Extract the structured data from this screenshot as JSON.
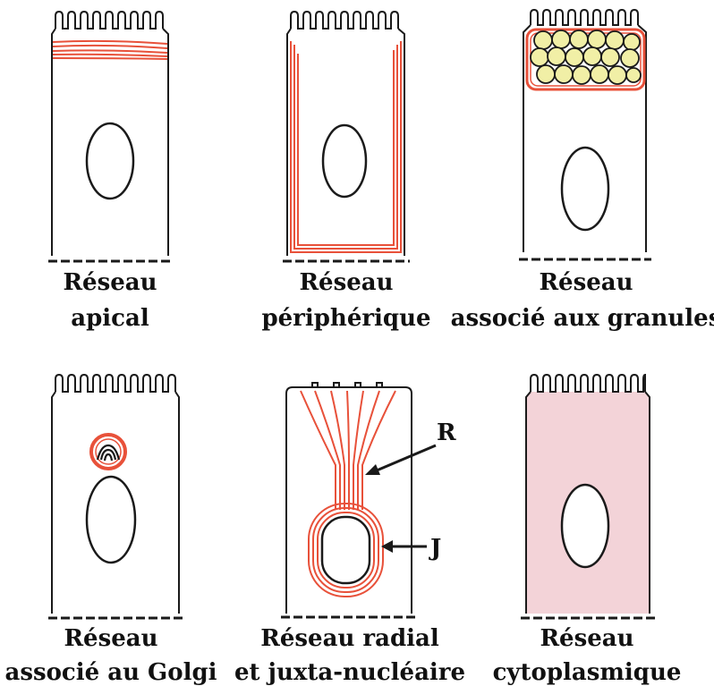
{
  "colors": {
    "outline": "#1a1a1a",
    "filament": "#e8513a",
    "granule": "#f1efa6",
    "cytoplasm": "#f3d3d8"
  },
  "cells": [
    {
      "line1": "Réseau",
      "line2": "apical"
    },
    {
      "line1": "Réseau",
      "line2": "périphérique"
    },
    {
      "line1": "Réseau",
      "line2": "associé aux granules"
    },
    {
      "line1": "Réseau",
      "line2": "associé au Golgi"
    },
    {
      "line1": "Réseau radial",
      "line2": "et juxta-nucléaire"
    },
    {
      "line1": "Réseau",
      "line2": "cytoplasmique"
    }
  ],
  "arrows": {
    "radial": "R",
    "juxta": "J"
  }
}
